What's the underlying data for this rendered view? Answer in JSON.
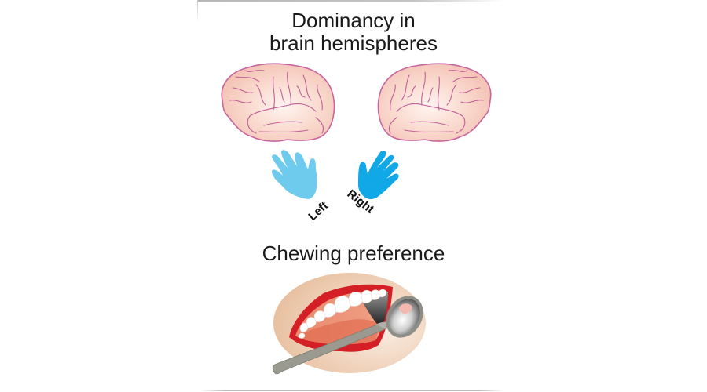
{
  "diagram": {
    "title": {
      "line1": "Dominancy in",
      "line2": "brain hemispheres"
    },
    "brains": [
      {
        "side": "left",
        "icon": "brain-left-hemisphere-icon"
      },
      {
        "side": "right",
        "icon": "brain-right-hemisphere-icon"
      }
    ],
    "hands": [
      {
        "label": "Left",
        "icon": "left-hand-icon",
        "color": "#6fcbee"
      },
      {
        "label": "Right",
        "icon": "right-hand-icon",
        "color": "#10a8e6"
      }
    ],
    "chewing": {
      "title": "Chewing preference",
      "icon": "mouth-with-dental-mirror-icon"
    },
    "colors": {
      "brain_fill": "#f7cfc0",
      "brain_outline": "#c8649e",
      "lip_red": "#d51f26",
      "face_oval": "#ecc7a8",
      "mirror_gray": "#9a9a90"
    }
  }
}
